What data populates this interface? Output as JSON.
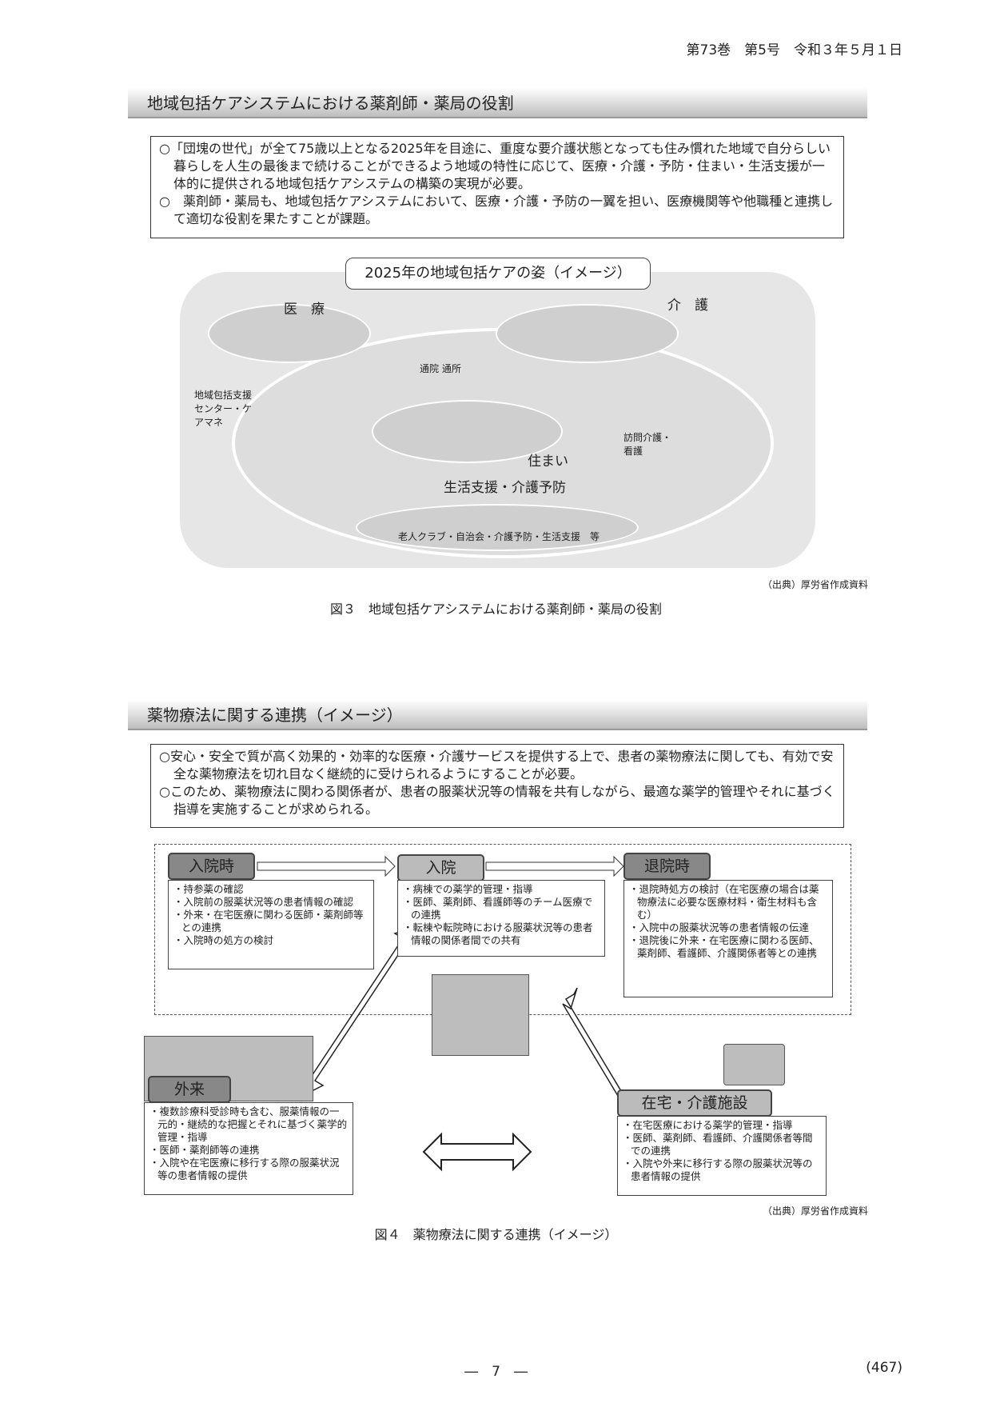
{
  "header": "第73巻　第5号　令和３年５月１日",
  "section1": {
    "title": "地域包括ケアシステムにおける薬剤師・薬局の役割",
    "bullets": [
      "○「団塊の世代」が全て75歳以上となる2025年を目途に、重度な要介護状態となっても住み慣れた地域で自分らしい暮らしを人生の最後まで続けることができるよう地域の特性に応じて、医療・介護・予防・住まい・生活支援が一体的に提供される地域包括ケアシステムの構築の実現が必要。",
      "○　薬剤師・薬局も、地域包括ケアシステムにおいて、医療・介護・予防の一翼を担い、医療機関等や他職種と連携して適切な役割を果たすことが課題。"
    ],
    "figure": {
      "title": "2025年の地域包括ケアの姿（イメージ）",
      "medical": "医　療",
      "care": "介　護",
      "center": "地域包括支援センター・ケアマネ",
      "commute": "通院 通所",
      "visit": "訪問介護・看護",
      "home": "住まい",
      "support": "生活支援・介護予防",
      "community": "老人クラブ・自治会・介護予防・生活支援　等"
    },
    "source": "（出典）厚労省作成資料",
    "caption": "図３　地域包括ケアシステムにおける薬剤師・薬局の役割"
  },
  "section2": {
    "title": "薬物療法に関する連携（イメージ）",
    "bullets": [
      "○安心・安全で質が高く効果的・効率的な医療・介護サービスを提供する上で、患者の薬物療法に関しても、有効で安全な薬物療法を切れ目なく継続的に受けられるようにすることが必要。",
      "○このため、薬物療法に関わる関係者が、患者の服薬状況等の情報を共有しながら、最適な薬学的管理やそれに基づく指導を実施することが求められる。"
    ],
    "stages": [
      {
        "label": "入院時",
        "items": [
          "・持参薬の確認",
          "・入院前の服薬状況等の患者情報の確認",
          "・外来・在宅医療に関わる医師・薬剤師等との連携",
          "・入院時の処方の検討"
        ]
      },
      {
        "label": "入院",
        "items": [
          "・病棟での薬学的管理・指導",
          "・医師、薬剤師、看護師等のチーム医療での連携",
          "・転棟や転院時における服薬状況等の患者情報の関係者間での共有"
        ]
      },
      {
        "label": "退院時",
        "items": [
          "・退院時処方の検討（在宅医療の場合は薬物療法に必要な医療材料・衛生材料も含む）",
          "・入院中の服薬状況等の患者情報の伝達",
          "・退院後に外来・在宅医療に関わる医師、薬剤師、看護師、介護関係者等との連携"
        ]
      },
      {
        "label": "外来",
        "items": [
          "・複数診療科受診時も含む、服薬情報の一元的・継続的な把握とそれに基づく薬学的管理・指導",
          "・医師・薬剤師等の連携",
          "・入院や在宅医療に移行する際の服薬状況等の患者情報の提供"
        ]
      },
      {
        "label": "在宅・介護施設",
        "items": [
          "・在宅医療における薬学的管理・指導",
          "・医師、薬剤師、看護師、介護関係者等間での連携",
          "・入院や外来に移行する際の服薬状況等の患者情報の提供"
        ]
      }
    ],
    "source": "（出典）厚労省作成資料",
    "caption": "図４　薬物療法に関する連携（イメージ）"
  },
  "footer": {
    "page": "―　7　―",
    "number": "(467)"
  }
}
